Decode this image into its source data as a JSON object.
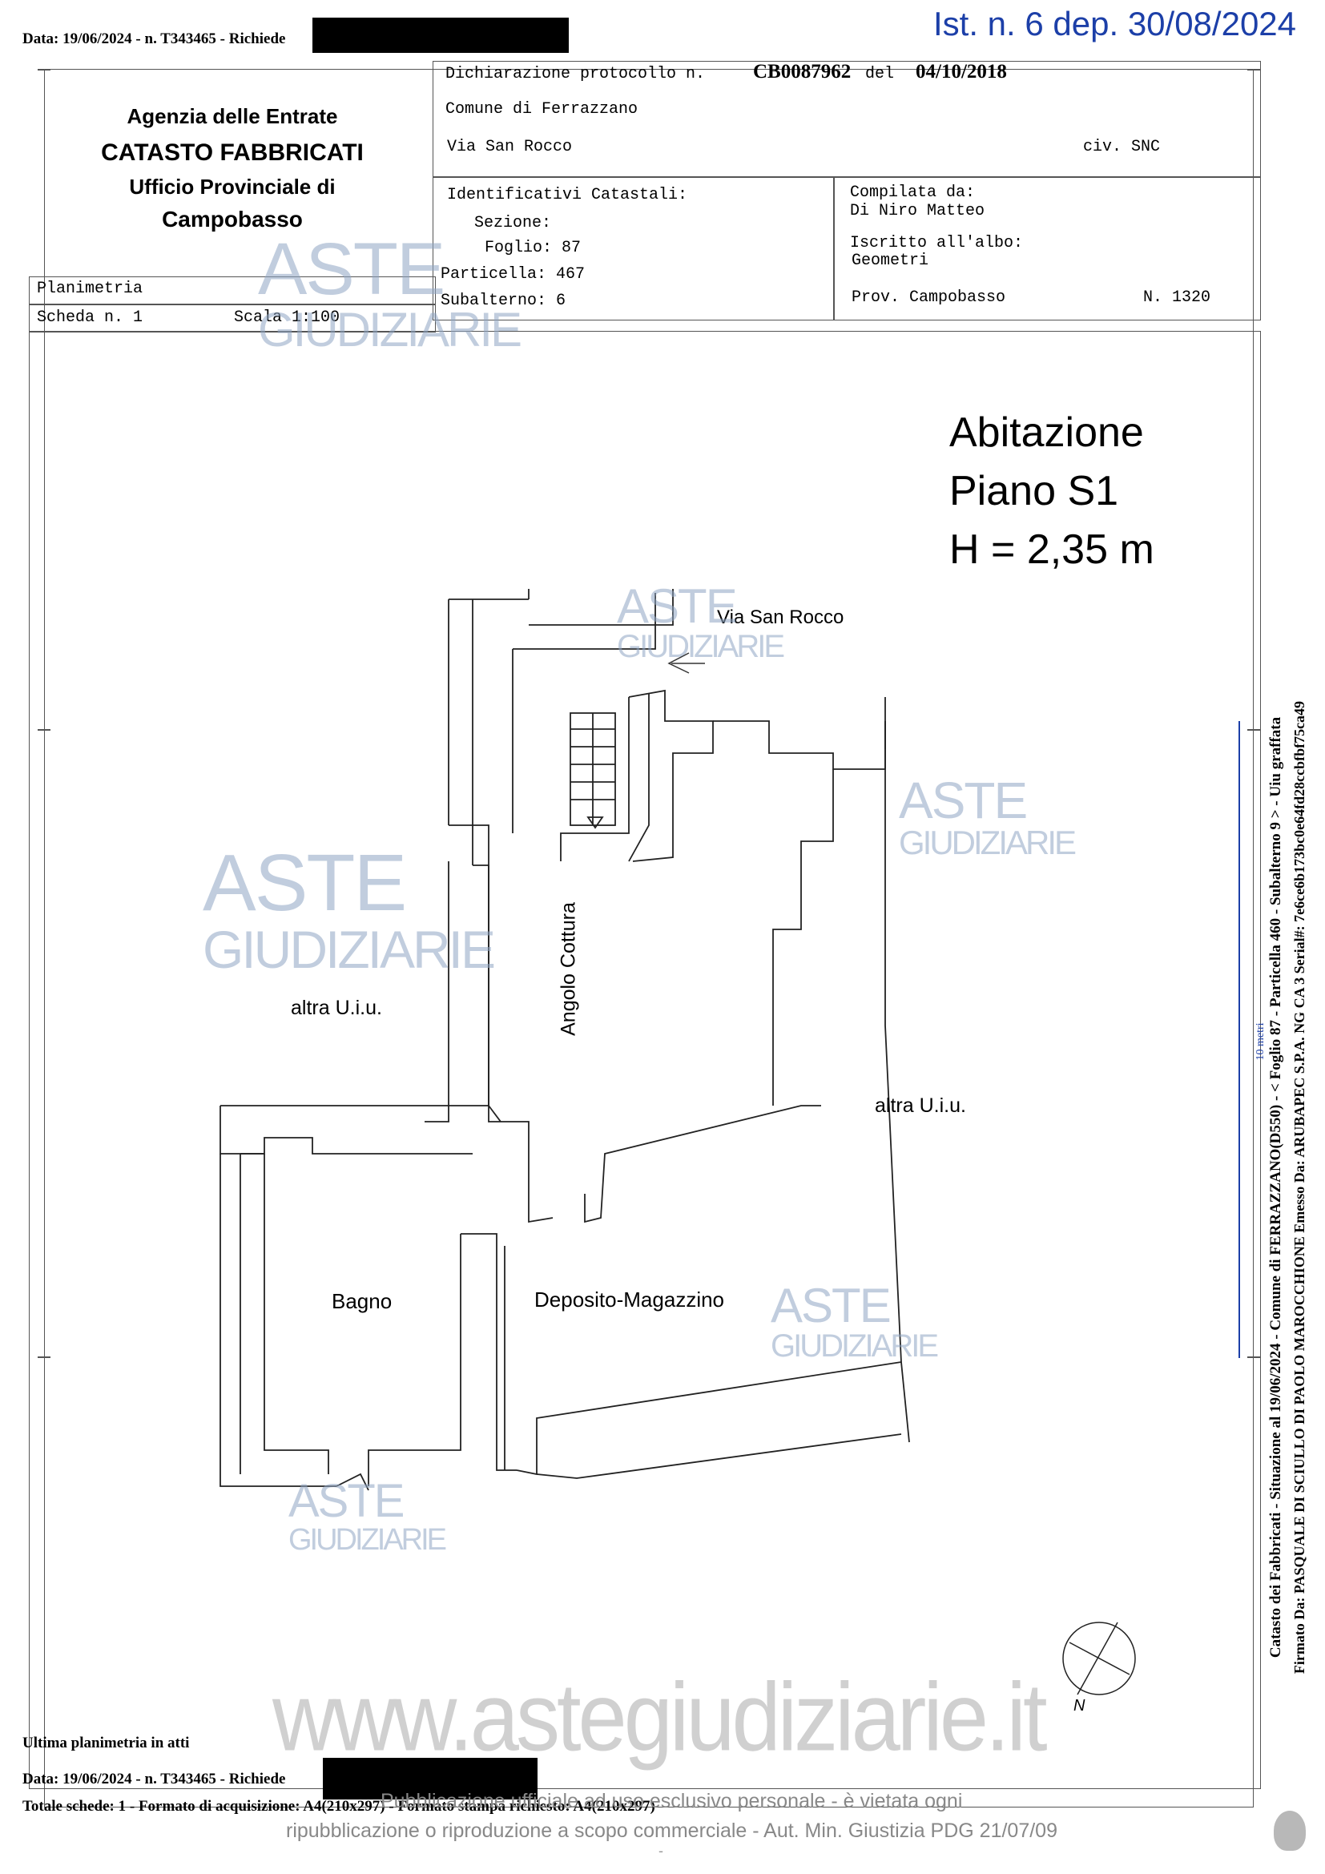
{
  "top": {
    "data_line": "Data: 19/06/2024 - n. T343465 - Richiede",
    "ist_label": "Ist. n. 6 dep. 30/08/2024"
  },
  "header": {
    "agency": "Agenzia delle Entrate",
    "catasto": "CATASTO FABBRICATI",
    "ufficio": "Ufficio Provinciale di",
    "provincia": "Campobasso",
    "dichiarazione_label": "Dichiarazione protocollo n.",
    "protocollo": "CB0087962",
    "del_label": "del",
    "date": "04/10/2018",
    "comune": "Comune di Ferrazzano",
    "via": "Via San Rocco",
    "civ": "civ. SNC",
    "identificativi_label": "Identificativi Catastali:",
    "sezione": "Sezione:",
    "foglio": "Foglio: 87",
    "particella": "Particella: 467",
    "subalterno": "Subalterno: 6",
    "compilata_label": "Compilata da:",
    "compilata_name": "Di Niro Matteo",
    "iscritto_label": "Iscritto all'albo:",
    "iscritto_value": "Geometri",
    "prov": "Prov. Campobasso",
    "numero": "N. 1320",
    "planimetria": "Planimetria",
    "scheda": "Scheda n. 1",
    "scala": "Scala 1:100"
  },
  "plan": {
    "title_line1": "Abitazione",
    "title_line2": "Piano S1",
    "title_line3": "H = 2,35 m",
    "labels": {
      "via": "Via San Rocco",
      "altra_left": "altra U.i.u.",
      "angolo": "Angolo Cottura",
      "altra_right": "altra U.i.u.",
      "bagno": "Bagno",
      "deposito": "Deposito-Magazzino",
      "north": "N"
    }
  },
  "side": {
    "line1": "Catasto dei Fabbricati - Situazione al 19/06/2024 - Comune di FERRAZZANO(D550) - < Foglio 87 - Particella 460 - Subalterno 9 > - Uiu graffata",
    "line2": "Firmato Da: PASQUALE DI SCIULLO DI PAOLO MAROCCHIONE Emesso Da: ARUBAPEC S.P.A. NG CA 3 Serial#: 7e6ce6b173bc0e64fd28ccbfbf75ca49",
    "margin_label": "10 metri"
  },
  "footer": {
    "ultima": "Ultima planimetria in atti",
    "data_line": "Data: 19/06/2024 - n. T343465 - Richiede",
    "totale": "Totale schede: 1 - Formato di acquisizione: A4(210x297) - Formato stampa richiesto: A4(210x297)",
    "pub_line1": "Pubblicazione ufficiale ad uso esclusivo personale - è vietata ogni",
    "pub_line2": "ripubblicazione o riproduzione a scopo commerciale - Aut. Min. Giustizia PDG 21/07/09",
    "site": "www.astegiudiziarie.it",
    "dash": "-"
  },
  "watermark": {
    "line1": "ASTE",
    "line2": "GIUDIZIARIE"
  }
}
